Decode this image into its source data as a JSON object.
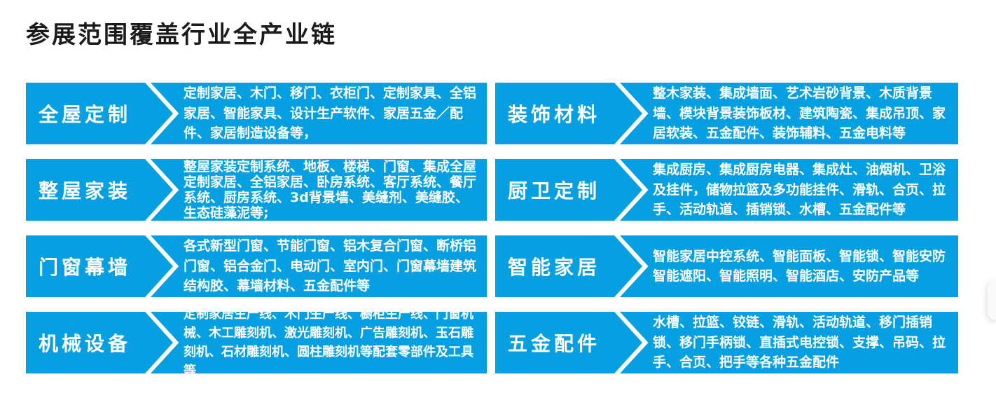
{
  "page": {
    "title": "参展范围覆盖行业全产业链"
  },
  "colors": {
    "accent": "#06a0e2",
    "title_text": "#1b1b1b",
    "block_text": "#ffffff"
  },
  "blocks": [
    {
      "label": "全屋定制",
      "items": "定制家居、木门、移门、衣柜门、定制家具、全铝家居、智能家具、设计生产软件、家居五金／配件、家居制造设备等，"
    },
    {
      "label": "整屋家装",
      "items": "整屋家装定制系统、地板、楼梯、门窗、集成全屋定制家居、全铝家居、卧房系统、客厅系统、餐厅系统、厨房系统、3d背景墙、美缝剂、美缝胶、生态硅藻泥等;"
    },
    {
      "label": "门窗幕墙",
      "items": "各式新型门窗、节能门窗、铝木复合门窗、断桥铝门窗、铝合金门、电动门、室内门、门窗幕墙建筑结构胶、幕墙材料、五金配件等"
    },
    {
      "label": "机械设备",
      "items": "定制家居生产线、木门生产线、橱柜生产线、门窗机械、木工雕刻机、激光雕刻机、广告雕刻机、玉石雕刻机、石材雕刻机、圆柱雕刻机等配套零部件及工具等"
    },
    {
      "label": "装饰材料",
      "items": "整木家装、集成墙面、艺术岩砂背景、木质背景墙、模块背景装饰板材、建筑陶瓷、集成吊顶、家居软装、五金配件、装饰辅料、五金电料等"
    },
    {
      "label": "厨卫定制",
      "items": "集成厨房、集成厨房电器、集成灶、油烟机、卫浴及挂件，储物拉篮及多功能挂件、滑轨、合页、拉手、活动轨道、插销锁、水槽、五金配件等"
    },
    {
      "label": "智能家居",
      "items": "智能家居中控系统、智能面板、智能锁、智能安防智能遮阳、智能照明、智能酒店、安防产品等"
    },
    {
      "label": "五金配件",
      "items": "水槽、拉篮、铰链、滑轨、活动轨道、移门插销锁、移门手柄锁、直插式电控锁、支撑、吊码、拉手、合页、把手等各种五金配件"
    }
  ]
}
